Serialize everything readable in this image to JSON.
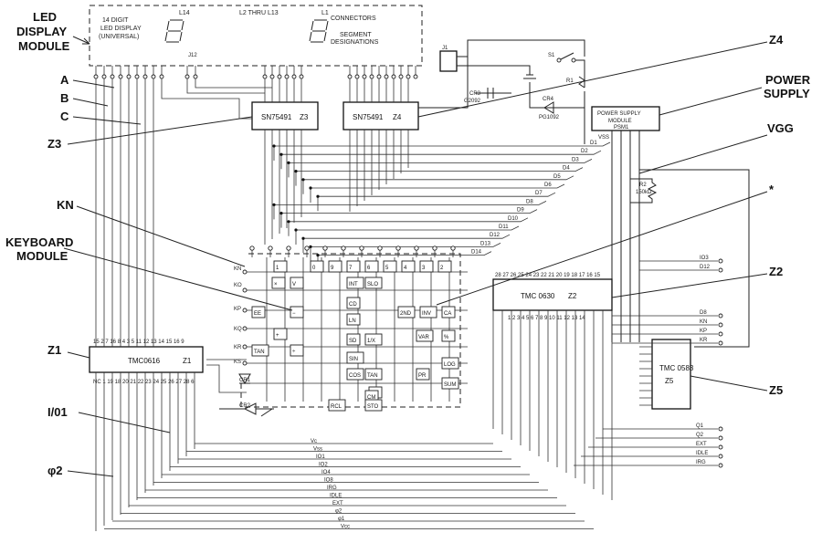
{
  "callouts": {
    "led_display_module": [
      "LED",
      "DISPLAY",
      "MODULE"
    ],
    "a": "A",
    "b": "B",
    "c": "C",
    "z3": "Z3",
    "kn": "KN",
    "keyboard_module": [
      "KEYBOARD",
      "MODULE"
    ],
    "z1": "Z1",
    "i01": "I/01",
    "phi2": "φ2",
    "z4": "Z4",
    "power_supply": [
      "POWER",
      "SUPPLY"
    ],
    "vgg": "VGG",
    "star": "*",
    "z2": "Z2",
    "z5": "Z5"
  },
  "display_module": {
    "digit_label": [
      "14 DIGIT",
      "LED DISPLAY",
      "(UNIVERSAL)"
    ],
    "l14": "L14",
    "l2_thru_l13": "L2 THRU L13",
    "l1": "L1",
    "connectors": "CONNECTORS",
    "segment": [
      "SEGMENT",
      "DESIGNATIONS"
    ],
    "j12": "J12"
  },
  "chips": {
    "z3": {
      "name": "SN75491",
      "ref": "Z3"
    },
    "z4": {
      "name": "SN75491",
      "ref": "Z4"
    },
    "z1": {
      "name": "TMC0616",
      "ref": "Z1",
      "top_pins": "15 2 7 16 8 4 3 5 11 12 13 14 15 16 9",
      "bottom_pins": "NC 1 19 18 20 21 22 23 24 25 26 27 28 6"
    },
    "z2": {
      "name": "TMC 0630",
      "ref": "Z2",
      "top_pins": "28 27 26 25 24 23 22 21 20 19 18 17 16 15",
      "bottom_pins": "1 2 3 4 5 6 7 8 9 10 11 12 13 14"
    },
    "z5": {
      "name": "TMC 0583",
      "ref": "Z5"
    }
  },
  "power": {
    "module": [
      "POWER SUPPLY",
      "MODULE",
      "PSM1"
    ],
    "r1": "R1",
    "r2": "R2",
    "r2_value": "150kΩ",
    "cr3": "CR3",
    "cr3_type": "G2092",
    "cr4": "CR4",
    "cr4_type": "PG1092",
    "s1": "S1",
    "j1": "J1",
    "vss": "VSS"
  },
  "digit_lines": [
    "D1",
    "D2",
    "D3",
    "D4",
    "D5",
    "D6",
    "D7",
    "D8",
    "D9",
    "D10",
    "D11",
    "D12",
    "D13",
    "D14"
  ],
  "right_signals": [
    "IO3",
    "D12",
    "D8",
    "KN",
    "KP",
    "KR"
  ],
  "right_outputs": [
    "Q1",
    "Q2",
    "EXT",
    "IDLE",
    "IRG"
  ],
  "keyboard_keys": [
    "0",
    "9",
    "7",
    "6",
    "5",
    "4",
    "3",
    "2",
    "1",
    "×",
    "V",
    "INT",
    "SLO",
    "CD",
    "LN",
    "SD",
    "1/X",
    "2ND",
    "INV",
    "CA",
    "VAR",
    "%",
    "LOG",
    "SIN",
    "COS",
    "TAN",
    "Σ",
    "CM",
    "STO",
    "PR",
    "RCL",
    "SUM",
    "EE",
    "TAN",
    "+",
    "−",
    "÷"
  ],
  "bus_labels": [
    "Vc",
    "Vss",
    "IO1",
    "IO2",
    "IO4",
    "IO8",
    "IRG",
    "IDLE",
    "EXT",
    "φ2",
    "φ1",
    "Vcc"
  ],
  "keyboard_side_labels": [
    "KN",
    "KO",
    "KP",
    "KQ",
    "KR",
    "KS",
    "CR1",
    "CR2"
  ]
}
